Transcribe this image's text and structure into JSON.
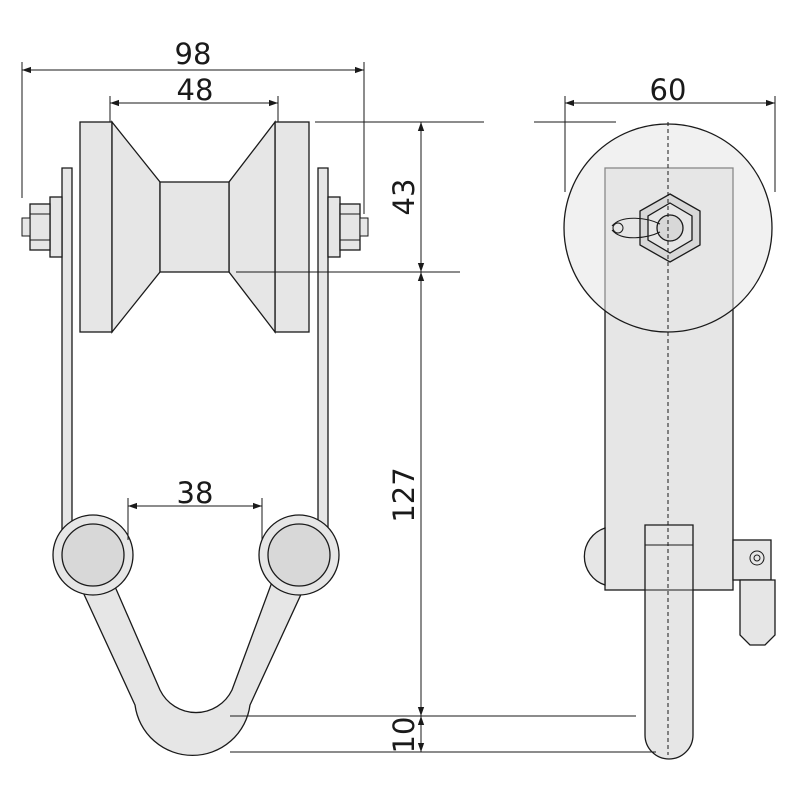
{
  "dimensions": {
    "overall_width": "98",
    "roller_width": "48",
    "side_width": "60",
    "roller_height": "43",
    "total_height": "127",
    "inner_width": "38",
    "bottom_offset": "10"
  }
}
